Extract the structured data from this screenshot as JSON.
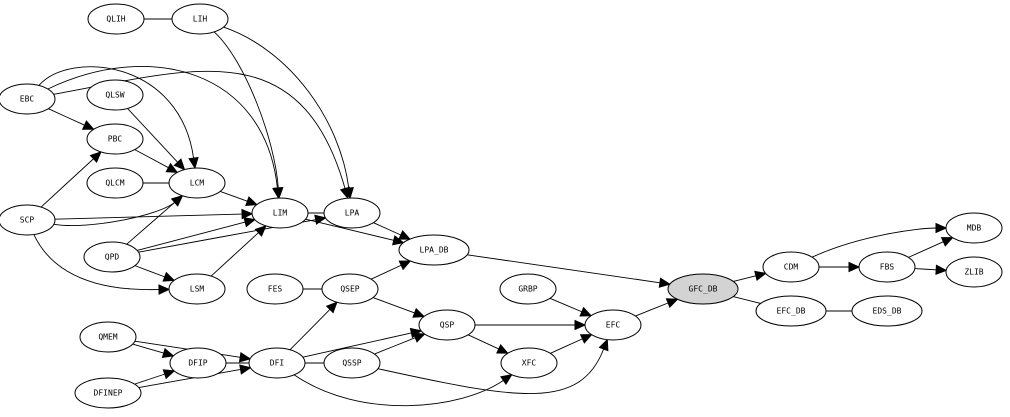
{
  "diagram": {
    "type": "directed-graph",
    "nodes": [
      {
        "id": "QLIH",
        "label": "QLIH"
      },
      {
        "id": "LIH",
        "label": "LIH"
      },
      {
        "id": "EBC",
        "label": "EBC"
      },
      {
        "id": "QLSW",
        "label": "QLSW"
      },
      {
        "id": "PBC",
        "label": "PBC"
      },
      {
        "id": "QLCM",
        "label": "QLCM"
      },
      {
        "id": "LCM",
        "label": "LCM"
      },
      {
        "id": "SCP",
        "label": "SCP"
      },
      {
        "id": "LIM",
        "label": "LIM"
      },
      {
        "id": "LPA",
        "label": "LPA"
      },
      {
        "id": "QPD",
        "label": "QPD"
      },
      {
        "id": "LSM",
        "label": "LSM"
      },
      {
        "id": "LPA_DB",
        "label": "LPA_DB"
      },
      {
        "id": "FES",
        "label": "FES"
      },
      {
        "id": "QSEP",
        "label": "QSEP"
      },
      {
        "id": "GRBP",
        "label": "GRBP"
      },
      {
        "id": "QSP",
        "label": "QSP"
      },
      {
        "id": "EFC",
        "label": "EFC"
      },
      {
        "id": "QMEM",
        "label": "QMEM"
      },
      {
        "id": "DFIP",
        "label": "DFIP"
      },
      {
        "id": "DFI",
        "label": "DFI"
      },
      {
        "id": "QSSP",
        "label": "QSSP"
      },
      {
        "id": "XFC",
        "label": "XFC"
      },
      {
        "id": "DFINEP",
        "label": "DFINEP"
      },
      {
        "id": "GFC_DB",
        "label": "GFC_DB",
        "highlight": true
      },
      {
        "id": "CDM",
        "label": "CDM"
      },
      {
        "id": "FBS",
        "label": "FBS"
      },
      {
        "id": "MDB",
        "label": "MDB"
      },
      {
        "id": "ZLIB",
        "label": "ZLIB"
      },
      {
        "id": "EFC_DB",
        "label": "EFC_DB"
      },
      {
        "id": "EDS_DB",
        "label": "EDS_DB"
      }
    ],
    "edges": [
      [
        "QLIH",
        "LIH"
      ],
      [
        "LIH",
        "LIM"
      ],
      [
        "LIH",
        "LPA"
      ],
      [
        "EBC",
        "PBC"
      ],
      [
        "EBC",
        "LCM"
      ],
      [
        "EBC",
        "LIM"
      ],
      [
        "EBC",
        "LPA"
      ],
      [
        "QLSW",
        "LCM"
      ],
      [
        "PBC",
        "LCM"
      ],
      [
        "QLCM",
        "LCM"
      ],
      [
        "SCP",
        "PBC"
      ],
      [
        "SCP",
        "LCM"
      ],
      [
        "SCP",
        "LIM"
      ],
      [
        "SCP",
        "LSM"
      ],
      [
        "QPD",
        "LCM"
      ],
      [
        "QPD",
        "LIM"
      ],
      [
        "QPD",
        "LPA"
      ],
      [
        "QPD",
        "LSM"
      ],
      [
        "LCM",
        "LIM"
      ],
      [
        "LSM",
        "LIM"
      ],
      [
        "LIM",
        "LPA"
      ],
      [
        "LIM",
        "LPA_DB"
      ],
      [
        "LPA",
        "LPA_DB"
      ],
      [
        "LPA_DB",
        "GFC_DB"
      ],
      [
        "FES",
        "QSEP"
      ],
      [
        "QSEP",
        "LPA_DB"
      ],
      [
        "QSEP",
        "QSP"
      ],
      [
        "DFI",
        "QSEP"
      ],
      [
        "DFI",
        "QSP"
      ],
      [
        "DFI",
        "QSSP"
      ],
      [
        "DFI",
        "XFC"
      ],
      [
        "QSSP",
        "QSP"
      ],
      [
        "QSSP",
        "EFC"
      ],
      [
        "QSP",
        "EFC"
      ],
      [
        "QSP",
        "XFC"
      ],
      [
        "XFC",
        "EFC"
      ],
      [
        "GRBP",
        "EFC"
      ],
      [
        "EFC",
        "GFC_DB"
      ],
      [
        "QMEM",
        "DFIP"
      ],
      [
        "QMEM",
        "DFI"
      ],
      [
        "DFIP",
        "DFI"
      ],
      [
        "DFINEP",
        "DFIP"
      ],
      [
        "DFINEP",
        "DFI"
      ],
      [
        "GFC_DB",
        "CDM"
      ],
      [
        "GFC_DB",
        "EFC_DB"
      ],
      [
        "EFC_DB",
        "EDS_DB"
      ],
      [
        "CDM",
        "FBS"
      ],
      [
        "CDM",
        "MDB"
      ],
      [
        "FBS",
        "MDB"
      ],
      [
        "FBS",
        "ZLIB"
      ]
    ],
    "colors": {
      "highlight_fill": "#d3d3d3",
      "stroke": "#000000",
      "background": "#ffffff"
    }
  }
}
